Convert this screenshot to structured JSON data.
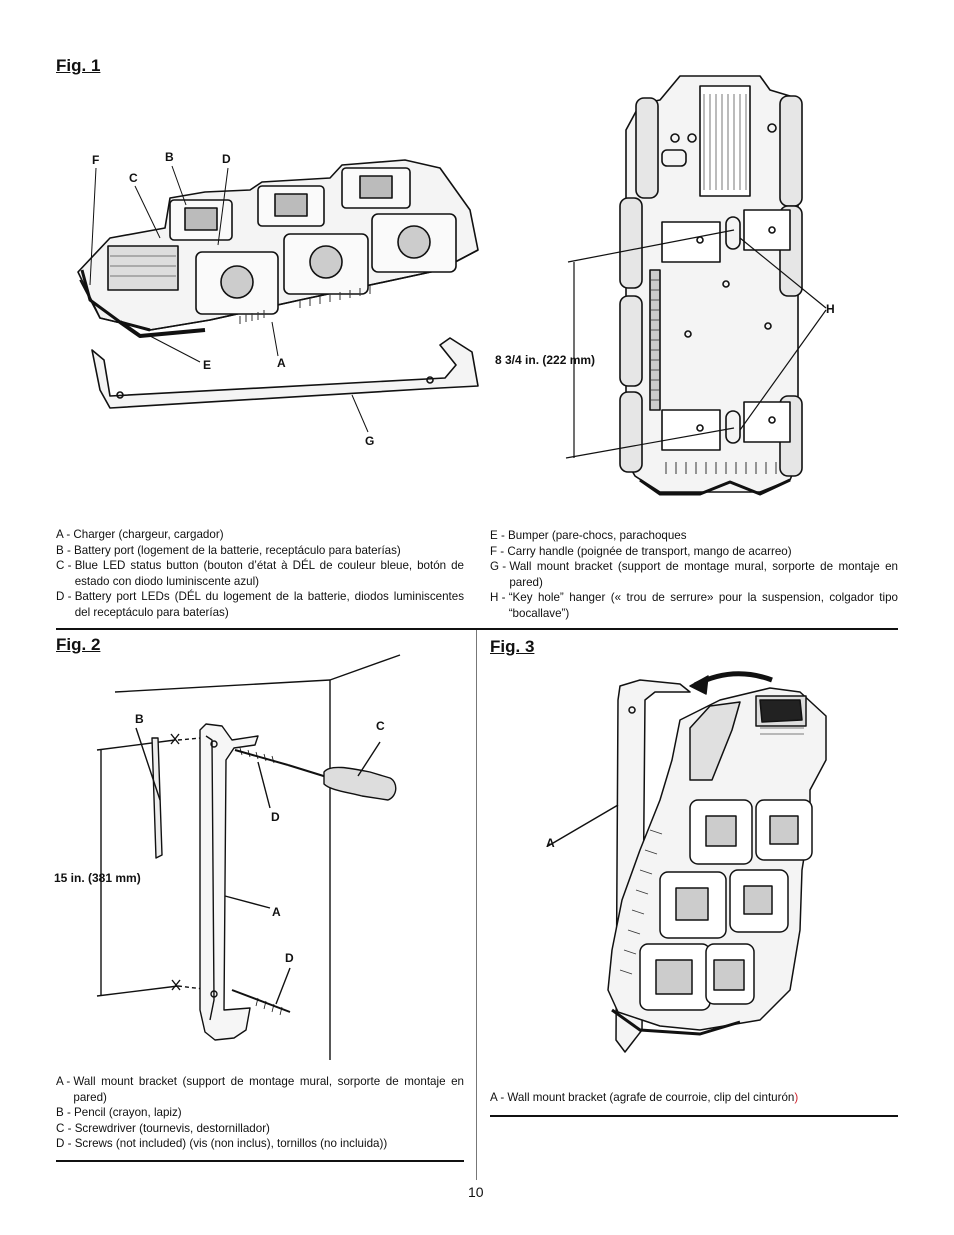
{
  "fig1": {
    "title": "Fig. 1",
    "callouts": {
      "a": "A",
      "b": "B",
      "c": "C",
      "d": "D",
      "e": "E",
      "f": "F",
      "g": "G",
      "h": "H"
    },
    "dimension": "8 3/4 in. (222 mm)",
    "legend_left": [
      {
        "key": "A - ",
        "text": "Charger (chargeur, cargador)"
      },
      {
        "key": "B - ",
        "text": "Battery port (logement de la batterie, receptáculo para baterías)"
      },
      {
        "key": "C - ",
        "text": "Blue LED status button (bouton d’état à DÉL de couleur bleue, botón de estado con diodo luminiscente azul)"
      },
      {
        "key": "D - ",
        "text": "Battery port LEDs (DÉL du logement de la batterie, diodos luminiscentes del receptáculo para baterías)"
      }
    ],
    "legend_right": [
      {
        "key": "E - ",
        "text": "Bumper (pare-chocs, parachoques"
      },
      {
        "key": "F - ",
        "text": "Carry handle (poignée de transport, mango de acarreo)"
      },
      {
        "key": "G - ",
        "text": "Wall mount bracket (support de montage mural, sorporte de montaje en pared)"
      },
      {
        "key": "H - ",
        "text": "“Key hole” hanger (« trou de serrure» pour la suspension, colgador tipo “bocallave”)"
      }
    ]
  },
  "fig2": {
    "title": "Fig. 2",
    "callouts": {
      "a": "A",
      "b": "B",
      "c": "C",
      "d1": "D",
      "d2": "D"
    },
    "dimension": "15 in. (381 mm)",
    "legend": [
      {
        "key": "A - ",
        "text": "Wall mount bracket (support de montage mural, sorporte de montaje en pared)"
      },
      {
        "key": "B - ",
        "text": "Pencil (crayon, lapiz)"
      },
      {
        "key": "C - ",
        "text": "Screwdriver (tournevis, destornillador)"
      },
      {
        "key": "D - ",
        "text": "Screws (not included) (vis (non inclus), tornillos (no incluida))"
      }
    ]
  },
  "fig3": {
    "title": "Fig. 3",
    "callouts": {
      "a": "A"
    },
    "legend": {
      "key": "A - ",
      "text": "Wall mount bracket (agrafe de courroie, clip del cinturón",
      "paren": ")"
    }
  },
  "page_number": "10",
  "colors": {
    "ink": "#111111",
    "accent": "#d0202a"
  }
}
